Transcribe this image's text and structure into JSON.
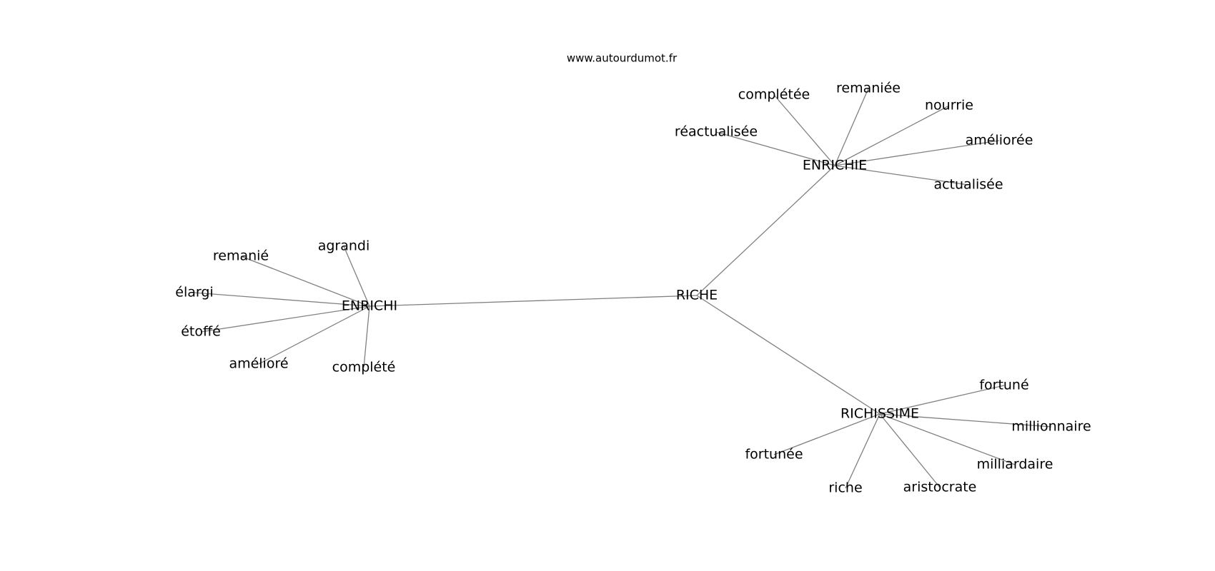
{
  "source": "www.autourdumot.fr",
  "colors": {
    "edge": "#808080",
    "text": "#000000",
    "background": "#ffffff"
  },
  "graph": {
    "center": "RICHE",
    "nodes": [
      {
        "id": "riche_center",
        "label": "RICHE"
      },
      {
        "id": "enrichi",
        "label": "ENRICHI"
      },
      {
        "id": "enrichie",
        "label": "ENRICHIE"
      },
      {
        "id": "richissime",
        "label": "RICHISSIME"
      },
      {
        "id": "agrandi",
        "label": "agrandi"
      },
      {
        "id": "remanie",
        "label": "remanié"
      },
      {
        "id": "elargi",
        "label": "élargi"
      },
      {
        "id": "etoffe",
        "label": "étoffé"
      },
      {
        "id": "ameliore",
        "label": "amélioré"
      },
      {
        "id": "complete",
        "label": "complété"
      },
      {
        "id": "completee",
        "label": "complétée"
      },
      {
        "id": "remaniee",
        "label": "remaniée"
      },
      {
        "id": "nourrie",
        "label": "nourrie"
      },
      {
        "id": "reactualisee",
        "label": "réactualisée"
      },
      {
        "id": "amelioree",
        "label": "améliorée"
      },
      {
        "id": "actualisee",
        "label": "actualisée"
      },
      {
        "id": "fortune",
        "label": "fortuné"
      },
      {
        "id": "millionnaire",
        "label": "millionnaire"
      },
      {
        "id": "milliardaire",
        "label": "milliardaire"
      },
      {
        "id": "fortunee",
        "label": "fortunée"
      },
      {
        "id": "riche_leaf",
        "label": "riche"
      },
      {
        "id": "aristocrate",
        "label": "aristocrate"
      }
    ],
    "edges": [
      [
        "riche_center",
        "enrichi"
      ],
      [
        "riche_center",
        "enrichie"
      ],
      [
        "riche_center",
        "richissime"
      ],
      [
        "enrichi",
        "agrandi"
      ],
      [
        "enrichi",
        "remanie"
      ],
      [
        "enrichi",
        "elargi"
      ],
      [
        "enrichi",
        "etoffe"
      ],
      [
        "enrichi",
        "ameliore"
      ],
      [
        "enrichi",
        "complete"
      ],
      [
        "enrichie",
        "completee"
      ],
      [
        "enrichie",
        "remaniee"
      ],
      [
        "enrichie",
        "nourrie"
      ],
      [
        "enrichie",
        "reactualisee"
      ],
      [
        "enrichie",
        "amelioree"
      ],
      [
        "enrichie",
        "actualisee"
      ],
      [
        "richissime",
        "fortune"
      ],
      [
        "richissime",
        "millionnaire"
      ],
      [
        "richissime",
        "milliardaire"
      ],
      [
        "richissime",
        "fortunee"
      ],
      [
        "richissime",
        "riche_leaf"
      ],
      [
        "richissime",
        "aristocrate"
      ]
    ]
  }
}
